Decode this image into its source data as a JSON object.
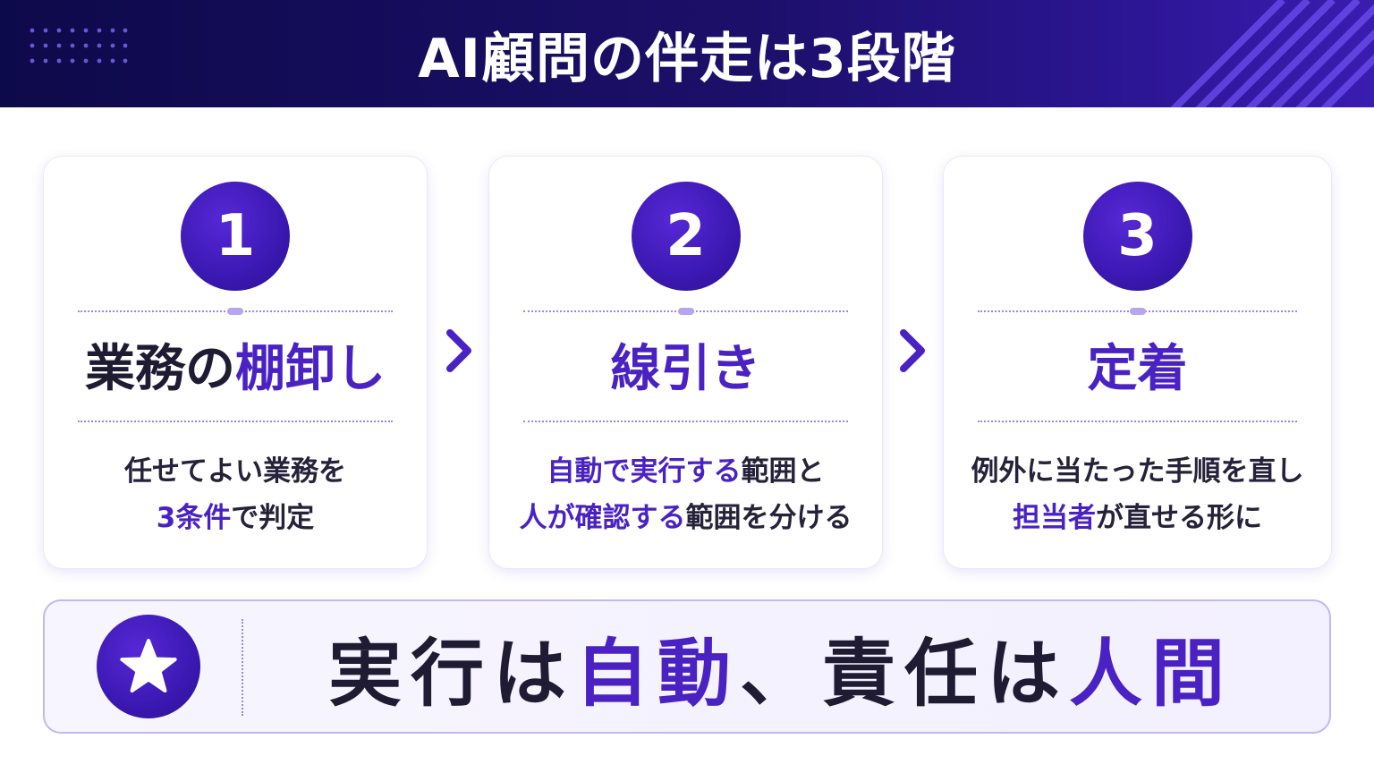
{
  "header": {
    "title": "AI顧問の伴走は3段階"
  },
  "colors": {
    "navy": "#0d0a4a",
    "accent": "#4a22c4",
    "text": "#1e1b33"
  },
  "steps": [
    {
      "number": "1",
      "title_dark": "業務の",
      "title_accent": "棚卸し",
      "desc_line1": [
        {
          "text": "任せてよい業務を",
          "accent": false
        }
      ],
      "desc_line2": [
        {
          "text": "3条件",
          "accent": true
        },
        {
          "text": "で判定",
          "accent": false
        }
      ]
    },
    {
      "number": "2",
      "title_dark": "",
      "title_accent": "線引き",
      "desc_line1": [
        {
          "text": "自動で実行する",
          "accent": true
        },
        {
          "text": "範囲と",
          "accent": false
        }
      ],
      "desc_line2": [
        {
          "text": "人が確認する",
          "accent": true
        },
        {
          "text": "範囲を分ける",
          "accent": false
        }
      ]
    },
    {
      "number": "3",
      "title_dark": "",
      "title_accent": "定着",
      "desc_line1": [
        {
          "text": "例外に当たった手順を直し",
          "accent": false
        }
      ],
      "desc_line2": [
        {
          "text": "担当者",
          "accent": true
        },
        {
          "text": "が直せる形に",
          "accent": false
        }
      ]
    }
  ],
  "arrows": [
    "chevron-right-icon",
    "chevron-right-icon"
  ],
  "banner": {
    "icon": "star-icon",
    "part1": "実行は",
    "part2": "自動",
    "part3": "、責任は",
    "part4": "人間"
  }
}
